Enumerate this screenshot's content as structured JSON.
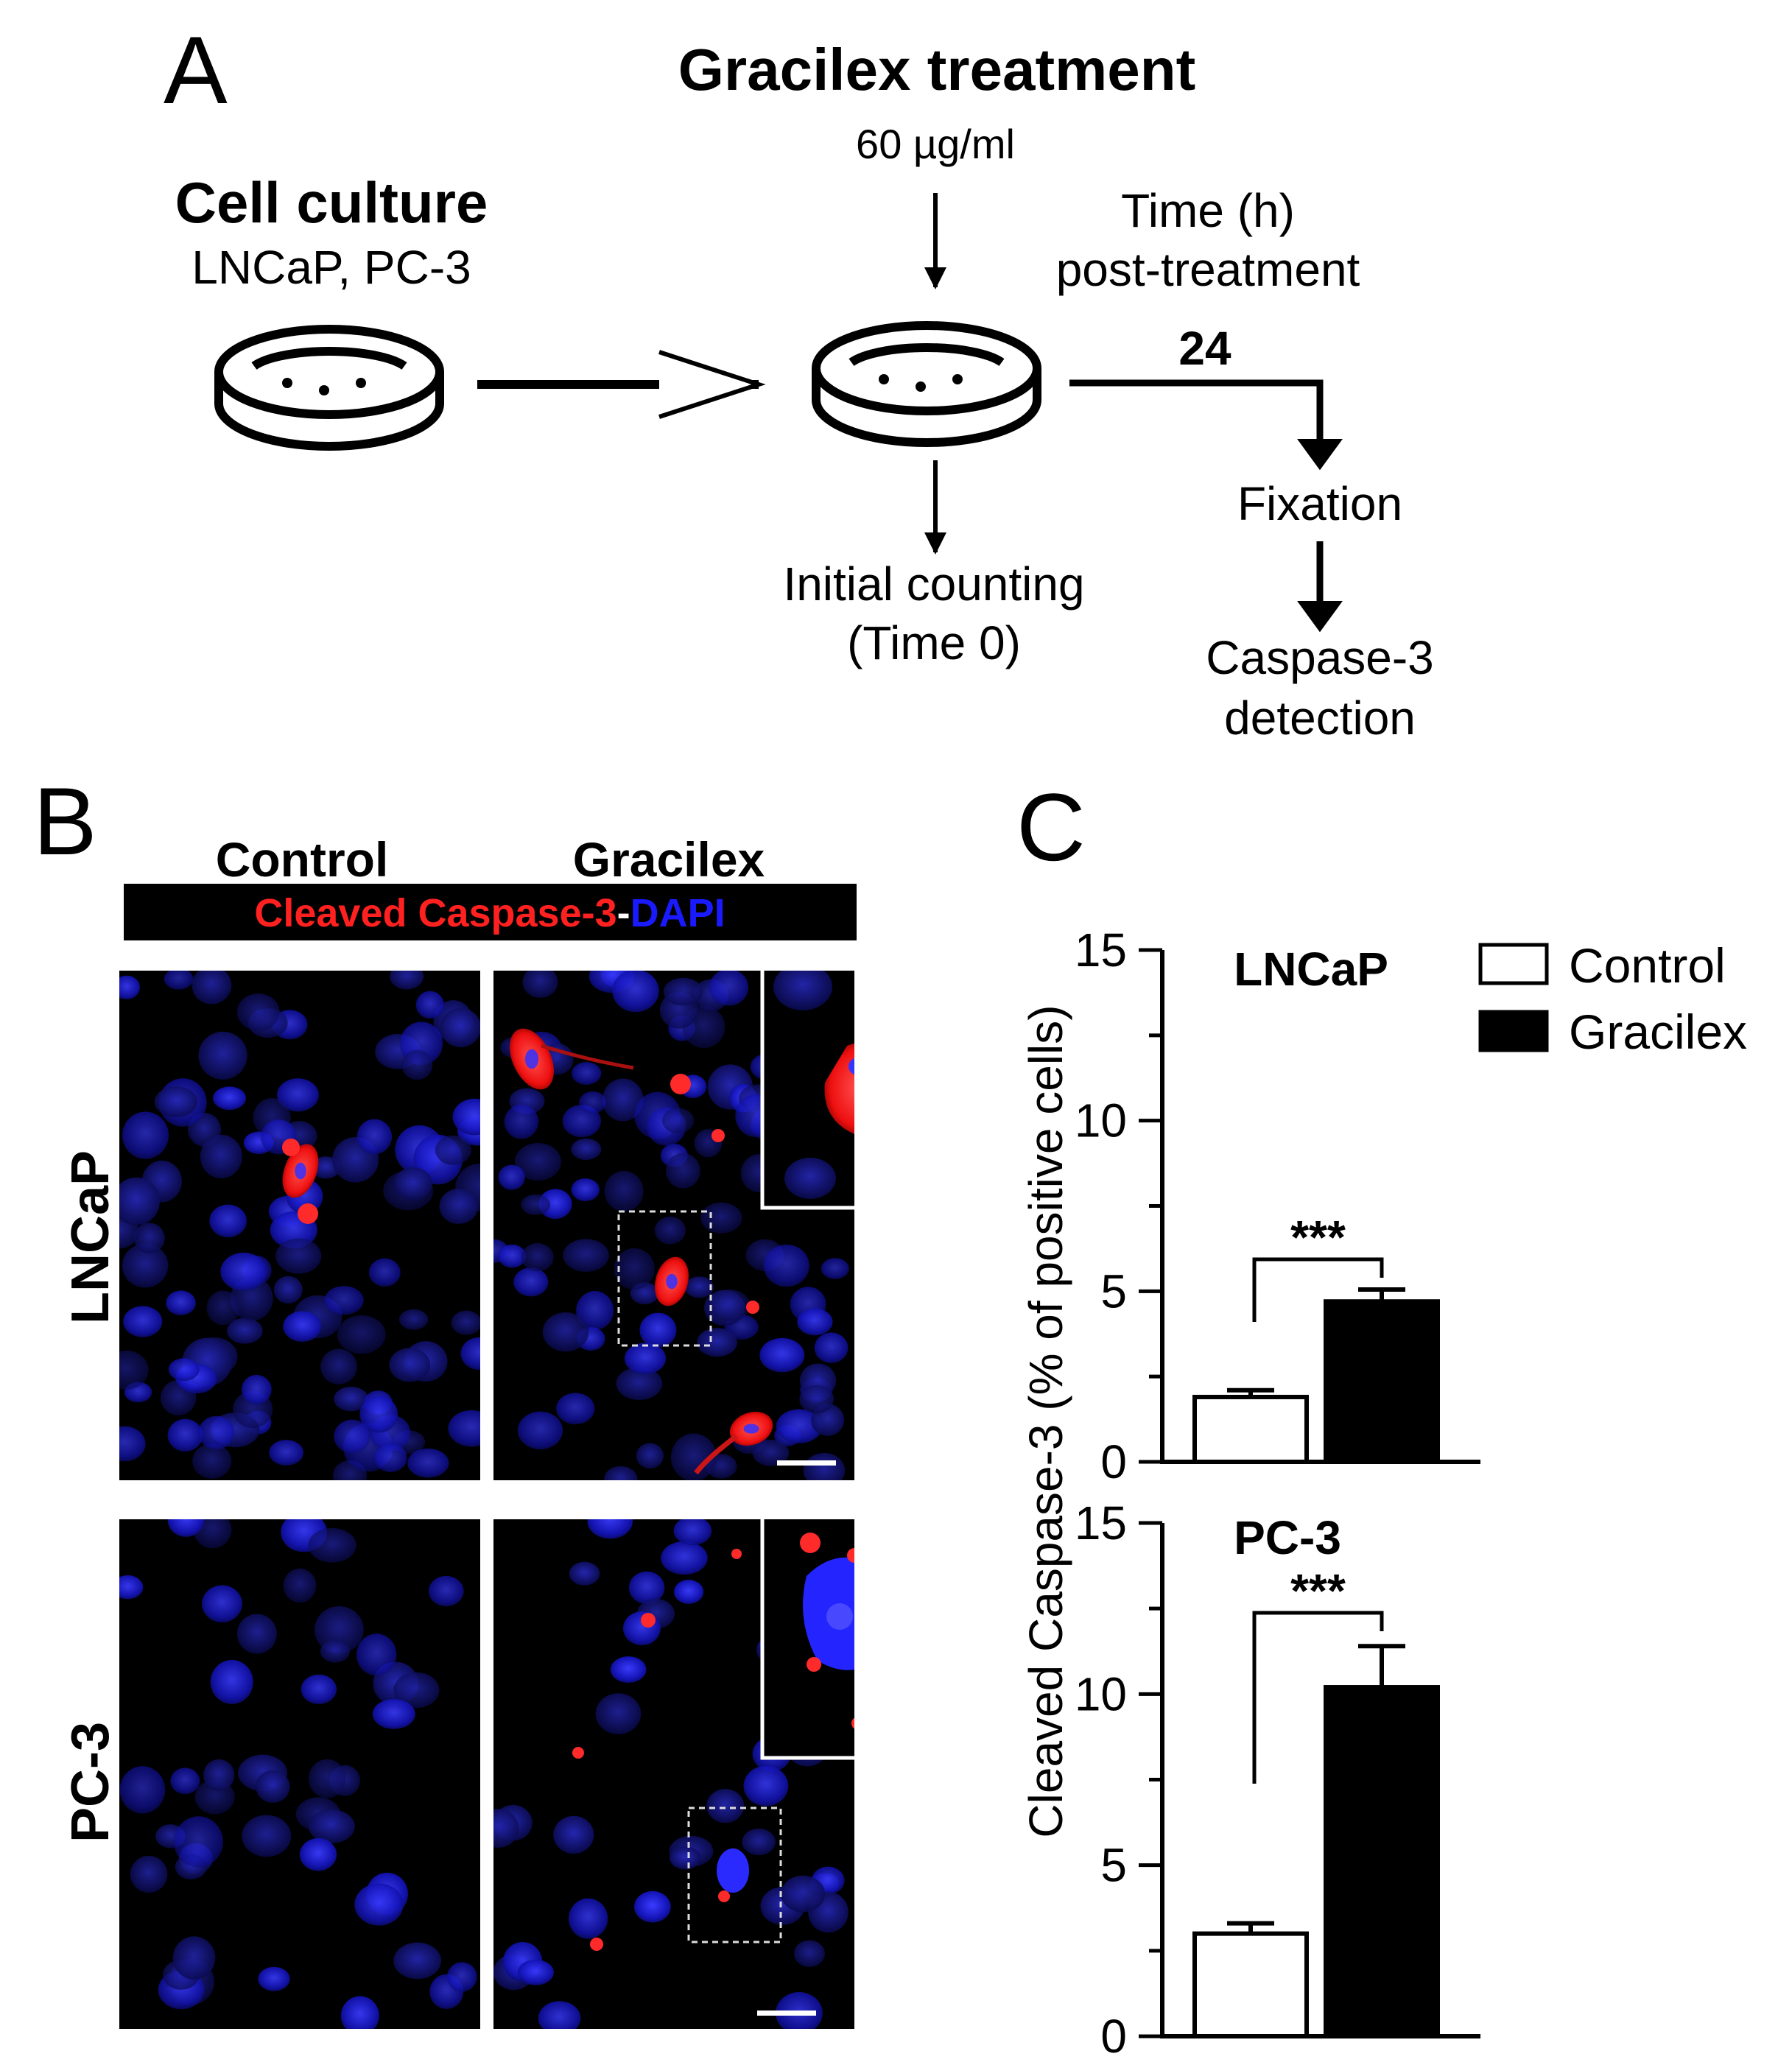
{
  "panelA": {
    "letter": "A",
    "treatment_title": "Gracilex treatment",
    "dose": "60 µg/ml",
    "culture_title": "Cell culture",
    "culture_lines": "LNCaP, PC-3",
    "time_line1": "Time (h)",
    "time_line2": "post-treatment",
    "time_value": "24",
    "fixation": "Fixation",
    "initial_line1": "Initial counting",
    "initial_line2": "(Time 0)",
    "caspase_line1": "Caspase-3",
    "caspase_line2": "detection"
  },
  "panelB": {
    "letter": "B",
    "col_control": "Control",
    "col_gracilex": "Gracilex",
    "stain_red": "Cleaved Caspase-3",
    "stain_sep": "-",
    "stain_blue": "DAPI",
    "row_lncap": "LNCaP",
    "row_pc3": "PC-3"
  },
  "panelC": {
    "letter": "C",
    "ylabel": "Cleaved Caspase-3 (% of positive cells)",
    "legend": {
      "control": "Control",
      "gracilex": "Gracilex"
    }
  },
  "colors": {
    "control_fill": "#ffffff",
    "gracilex_fill": "#000000",
    "stain_red": "#ff2020",
    "stain_blue": "#1a1aff",
    "micrograph_bg": "#000000"
  },
  "chart_data": [
    {
      "type": "bar",
      "title": "LNCaP",
      "categories": [
        "Control",
        "Gracilex"
      ],
      "values": [
        1.9,
        4.7
      ],
      "errors": [
        0.2,
        0.35
      ],
      "ylim": [
        0,
        15
      ],
      "yticks": [
        "0",
        "5",
        "10",
        "15"
      ],
      "significance": "***"
    },
    {
      "type": "bar",
      "title": "PC-3",
      "categories": [
        "Control",
        "Gracilex"
      ],
      "values": [
        3.0,
        10.2
      ],
      "errors": [
        0.3,
        1.2
      ],
      "ylim": [
        0,
        15
      ],
      "yticks": [
        "0",
        "5",
        "10",
        "15"
      ],
      "significance": "***"
    }
  ]
}
